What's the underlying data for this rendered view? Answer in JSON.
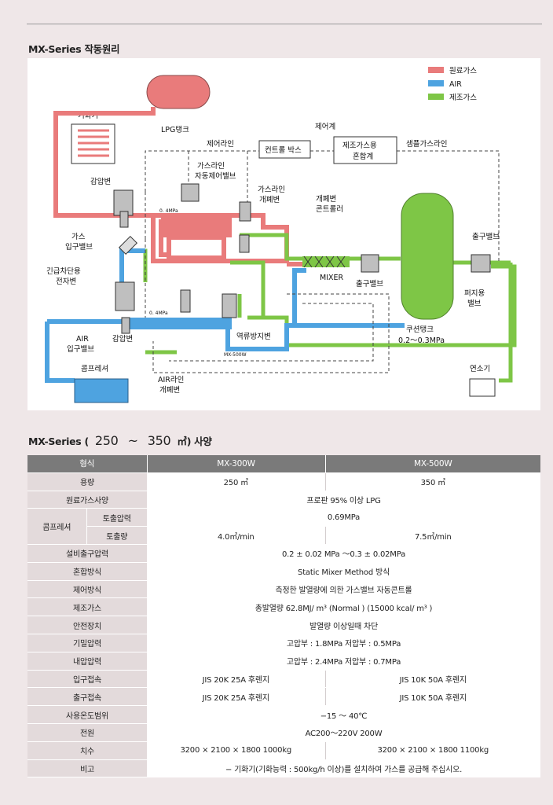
{
  "section1": {
    "title": "MX-Series 작동원리"
  },
  "section2": {
    "title_prefix": "MX-Series (",
    "range_low": "250",
    "range_tilde": "~",
    "range_high": "350",
    "title_suffix": "㎥) 사양"
  },
  "colors": {
    "raw_gas": "#e97b7b",
    "air": "#4ea3e0",
    "product_gas": "#7ec646"
  },
  "diagram": {
    "legend": [
      {
        "label": "원료가스",
        "color": "#e97b7b"
      },
      {
        "label": "AIR",
        "color": "#4ea3e0"
      },
      {
        "label": "제조가스",
        "color": "#7ec646"
      }
    ],
    "labels": {
      "vaporizer": "기화기",
      "lpg_tank": "LPG탱크",
      "control_system": "제어계",
      "control_line": "제어라인",
      "control_box": "컨트롤 박스",
      "mixer_calorimeter_1": "제조가스용",
      "mixer_calorimeter_2": "혼합계",
      "sample_gas_line": "샘플가스라인",
      "regulator_top": "감압변",
      "gas_line_auto_valve_1": "가스라인",
      "gas_line_auto_valve_2": "자동제어밸브",
      "gas_line_shutoff_1": "가스라인",
      "gas_line_shutoff_2": "개폐변",
      "onoff_controller_1": "개폐변",
      "onoff_controller_2": "콘트롤러",
      "pressure_top": "0. 4MPa",
      "pressure_bottom": "0. 4MPa",
      "gas_inlet_1": "가스",
      "gas_inlet_2": "입구밸브",
      "emergency_1": "긴급차단용",
      "emergency_2": "전자변",
      "mixer": "MIXER",
      "outlet_valve_mid": "출구밸브",
      "outlet_valve_right": "출구밸브",
      "purge_1": "퍼지용",
      "purge_2": "밸브",
      "air_inlet_1": "AIR",
      "air_inlet_2": "입구밸브",
      "regulator_bottom": "감압변",
      "check_valve": "역류방지변",
      "buffer_tank_1": "쿠션탱크",
      "buffer_tank_2": "0.2～0.3MPa",
      "mx_label": "MX-500W",
      "compressor": "콤프레셔",
      "air_line_valve_1": "AIR라인",
      "air_line_valve_2": "개폐변",
      "burner": "연소기"
    }
  },
  "table": {
    "headers": [
      "형식",
      "MX-300W",
      "MX-500W"
    ],
    "rows": {
      "capacity": {
        "label": "용량",
        "a": "250 ㎥",
        "b": "350 ㎥"
      },
      "raw_gas": {
        "label": "원료가스사양",
        "v": "프로판  95%  이상  LPG"
      },
      "compressor": {
        "label": "콤프레셔",
        "discharge_label": "토출압력",
        "discharge": "0.69MPa",
        "flow_label": "토출량",
        "flow_a": "4.0㎥/min",
        "flow_b": "7.5㎥/min"
      },
      "outlet_pressure": {
        "label": "설비출구압력",
        "v": "0.2  ±  0.02  MPa  ～0.3  ±  0.02MPa"
      },
      "mixing": {
        "label": "혼합방식",
        "v": "Static  Mixer  Method 방식"
      },
      "control": {
        "label": "제어방식",
        "v": "측정한  발열량에  의한  가스밸브  자동콘트롤"
      },
      "product_gas": {
        "label": "제조가스",
        "v": "총발열량  62.8MJ/ m³  (Normal )  (15000  kcal/ m³ )"
      },
      "safety": {
        "label": "안전장치",
        "v": "발열량  이상일때  차단"
      },
      "airtight": {
        "label": "기밀압력",
        "v": "고압부  : 1.8MPa      저압부  : 0.5MPa"
      },
      "withstand": {
        "label": "내압압력",
        "v": "고압부  : 2.4MPa      저압부  : 0.7MPa"
      },
      "inlet": {
        "label": "입구접속",
        "a": "JIS  20K  25A  후렌지",
        "b": "JIS  10K  50A  후렌지"
      },
      "outlet": {
        "label": "출구접속",
        "a": "JIS  20K  25A  후렌지",
        "b": "JIS  10K  50A  후렌지"
      },
      "temp": {
        "label": "사용온도범위",
        "v": "−15  ～  40℃"
      },
      "power": {
        "label": "전원",
        "v": "AC200～220V   200W"
      },
      "dims": {
        "label": "치수",
        "a": "3200 × 2100 × 1800    1000kg",
        "b": "3200 × 2100 × 1800    1100kg"
      },
      "note": {
        "label": "비고",
        "v": "−  기화기(기화능력  :  500kg/h  이상)를  설치하여  가스를  공급해  주십시오."
      }
    }
  }
}
